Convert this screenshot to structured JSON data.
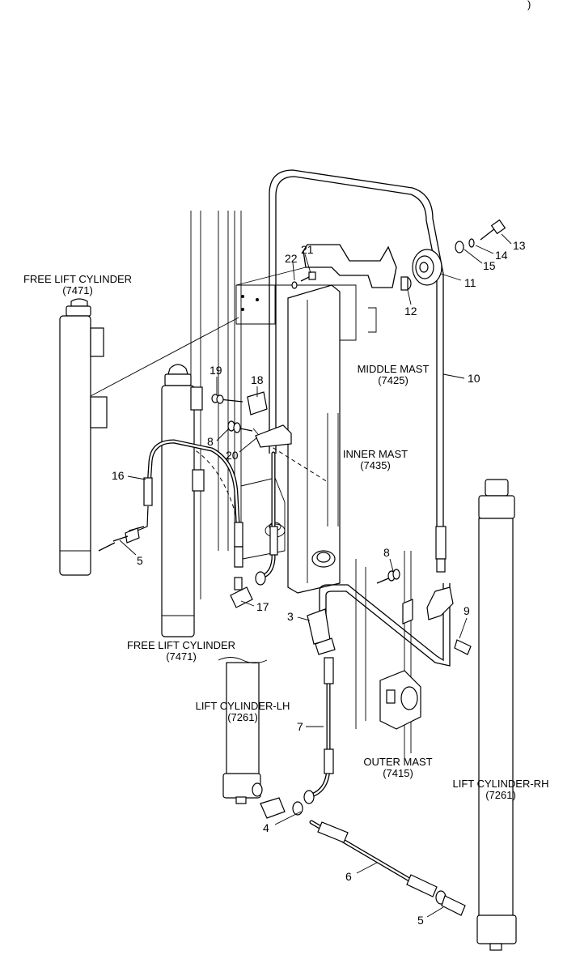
{
  "header": {
    "text": ")"
  },
  "assemblies": {
    "free_lift_cylinder_top": {
      "name": "FREE LIFT CYLINDER",
      "code": "(7471)"
    },
    "free_lift_cylinder_bottom": {
      "name": "FREE LIFT CYLINDER",
      "code": "(7471)"
    },
    "middle_mast": {
      "name": "MIDDLE MAST",
      "code": "(7425)"
    },
    "inner_mast": {
      "name": "INNER MAST",
      "code": "(7435)"
    },
    "outer_mast": {
      "name": "OUTER MAST",
      "code": "(7415)"
    },
    "lift_cylinder_lh": {
      "name": "LIFT CYLINDER-LH",
      "code": "(7261)"
    },
    "lift_cylinder_rh": {
      "name": "LIFT CYLINDER-RH",
      "code": "(7261)"
    }
  },
  "callouts": {
    "c21": "21",
    "c22": "22",
    "c13": "13",
    "c14": "14",
    "c15": "15",
    "c11": "11",
    "c12": "12",
    "c10": "10",
    "c19": "19",
    "c18": "18",
    "c8a": "8",
    "c20": "20",
    "c16": "16",
    "c5a": "5",
    "c17": "17",
    "c8b": "8",
    "c3": "3",
    "c9": "9",
    "c7": "7",
    "c4": "4",
    "c6": "6",
    "c5b": "5"
  }
}
